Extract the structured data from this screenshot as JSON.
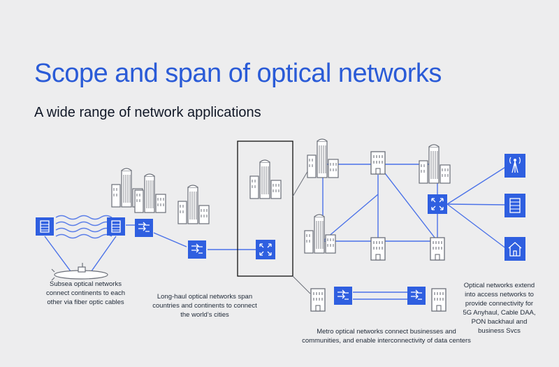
{
  "header": {
    "title": "Scope and span of optical networks",
    "subtitle": "A wide range of network applications"
  },
  "captions": {
    "subsea": [
      "Subsea optical networks",
      "connect continents to each",
      "other via fiber optic cables"
    ],
    "longhaul": [
      "Long-haul optical networks span",
      "countries and continents to connect",
      "the world’s cities"
    ],
    "metro": [
      "Metro optical networks connect businesses and",
      "communities, and enable interconnectivity of data centers"
    ],
    "access": [
      "Optical networks extend",
      "into access networks to",
      "provide connectivity for",
      "5G Anyhaul, Cable DAA,",
      "PON backhaul and",
      "business Svcs"
    ]
  },
  "colors": {
    "background": "#ededee",
    "accent": "#2a5bd7",
    "node": "#2f5fe0",
    "line": "#4b72e8",
    "ink": "#6b6f78"
  },
  "icons": {
    "terminal": "optical-terminal-icon",
    "amplifier": "amplifier-icon",
    "switch": "optical-switch-icon",
    "city": "city-buildings-icon",
    "building": "office-building-icon",
    "submarine": "submarine-icon",
    "tower": "cell-tower-icon",
    "home": "home-icon"
  }
}
